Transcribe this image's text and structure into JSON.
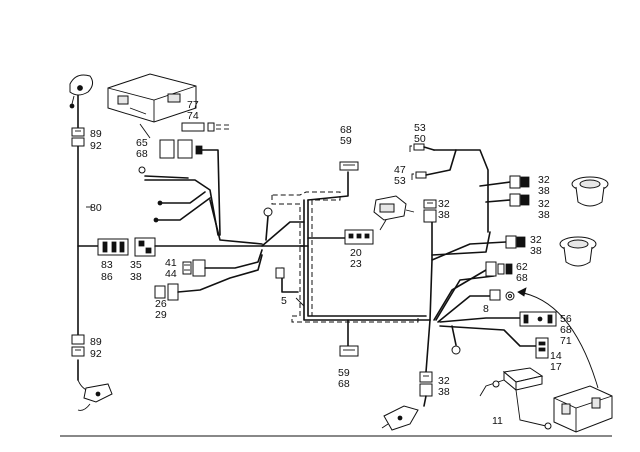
{
  "labels": {
    "l80": "80",
    "l89a": "89",
    "l92a": "92",
    "l89b": "89",
    "l92b": "92",
    "l83": "83",
    "l86": "86",
    "l35": "35",
    "l38a": "38",
    "l41": "41",
    "l44": "44",
    "l26": "26",
    "l29": "29",
    "l65": "65",
    "l68a": "68",
    "l77": "77",
    "l74": "74",
    "l68b": "68",
    "l59a": "59",
    "l53a": "53",
    "l50": "50",
    "l47": "47",
    "l53b": "53",
    "l32a": "32",
    "l38b": "38",
    "l32b": "32",
    "l38c": "38",
    "l32c": "32",
    "l38d": "38",
    "l32d": "32",
    "l38e": "38",
    "l20": "20",
    "l23": "23",
    "l5": "5",
    "l62": "62",
    "l68c": "68",
    "l8": "8",
    "l56": "56",
    "l68d": "68",
    "l71": "71",
    "l14": "14",
    "l17": "17",
    "l59b": "59",
    "l68e": "68",
    "l32e": "32",
    "l38f": "38",
    "l11": "11"
  }
}
